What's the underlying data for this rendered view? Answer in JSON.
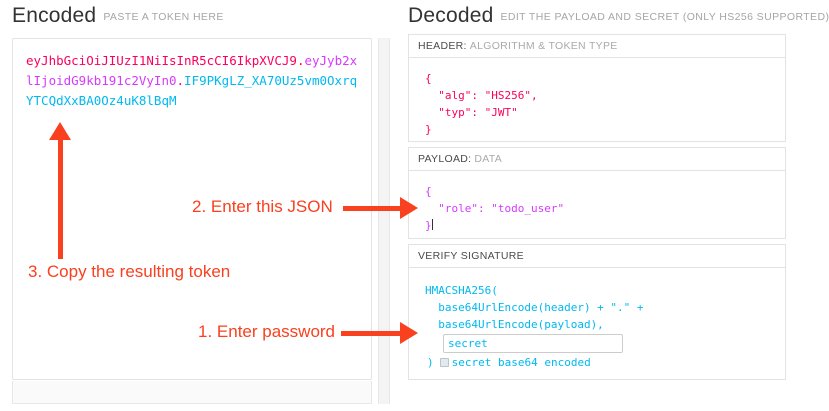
{
  "columns": {
    "encoded": {
      "title": "Encoded",
      "subtitle": "PASTE A TOKEN HERE"
    },
    "decoded": {
      "title": "Decoded",
      "subtitle": "EDIT THE PAYLOAD AND SECRET (ONLY HS256 SUPPORTED)"
    }
  },
  "token": {
    "header_b64": "eyJhbGciOiJIUzI1NiIsInR5cCI6IkpXVCJ9",
    "dot1": ".",
    "payload_b64": "eyJyb2xlIjoidG9kb191c2VyIn0",
    "dot2": ".",
    "signature_b64": "IF9PKgLZ_XA70Uz5vm0OxrqYTCQdXxBA0Oz4uK8lBqM"
  },
  "decoded": {
    "header": {
      "label_key": "HEADER:",
      "label_value": "ALGORITHM & TOKEN TYPE",
      "content": "{\n  \"alg\": \"HS256\",\n  \"typ\": \"JWT\"\n}"
    },
    "payload": {
      "label_key": "PAYLOAD:",
      "label_value": "DATA",
      "content_line1": "{",
      "content_line2": "  \"role\": \"todo_user\"",
      "content_line3": "}"
    },
    "signature": {
      "label_key": "VERIFY SIGNATURE",
      "label_value": "",
      "line1": "HMACSHA256(",
      "line2": "  base64UrlEncode(header) + \".\" +",
      "line3": "  base64UrlEncode(payload),",
      "secret_value": "secret",
      "secret_placeholder": "secret",
      "close_paren": ")",
      "base64_label": "secret base64 encoded",
      "base64_checked": false
    }
  },
  "annotations": [
    {
      "id": "step1",
      "text": "1. Enter password"
    },
    {
      "id": "step2",
      "text": "2. Enter this JSON"
    },
    {
      "id": "step3",
      "text": "3. Copy the resulting token"
    }
  ],
  "colors": {
    "header_segment": "#fb015b",
    "payload_segment": "#d63aff",
    "signature_segment": "#00b9f1",
    "annotation": "#f9401f",
    "panel_border": "#e3e3e3"
  }
}
